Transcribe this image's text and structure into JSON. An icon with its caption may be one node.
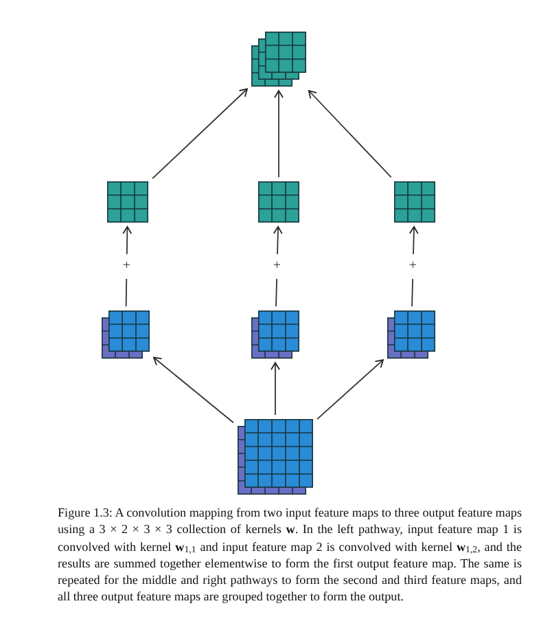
{
  "diagram": {
    "caption": "Figure 1.3: A convolution mapping from two input feature maps to three output feature maps using a 3 × 2 × 3 × 3 collection of kernels **w**. In the left pathway, input feature map 1 is convolved with kernel **w**$_{1,1}$ and input feature map 2 is convolved with kernel **w**$_{1,2}$, and the results are summed together elementwise to form the first output feature map. The same is repeated for the middle and right pathways to form the second and third feature maps, and all three output feature maps are grouped together to form the output.",
    "nodes": [
      {
        "text": [],
        "shape": "grid"
      },
      {
        "text": [],
        "shape": "grid"
      },
      {
        "text": [],
        "shape": "grid"
      },
      {
        "text": [],
        "shape": "grid"
      },
      {
        "text": [],
        "shape": "grid"
      },
      {
        "text": [],
        "shape": "grid"
      },
      {
        "text": [],
        "shape": "grid"
      },
      {
        "text": [],
        "shape": "grid"
      }
    ],
    "edges": [
      {
        "from": 1,
        "to": 0,
        "arrow": "to"
      },
      {
        "from": 2,
        "to": 0,
        "arrow": "to"
      },
      {
        "from": 3,
        "to": 0,
        "arrow": "to"
      },
      {
        "from": 4,
        "to": 1,
        "label": "+",
        "arrow": "to"
      },
      {
        "from": 5,
        "to": 2,
        "label": "+",
        "arrow": "to"
      },
      {
        "from": 6,
        "to": 3,
        "label": "+",
        "arrow": "to"
      },
      {
        "from": 7,
        "to": 4,
        "arrow": "to"
      },
      {
        "from": 7,
        "to": 5,
        "arrow": "to"
      },
      {
        "from": 7,
        "to": 6,
        "arrow": "to"
      }
    ]
  }
}
